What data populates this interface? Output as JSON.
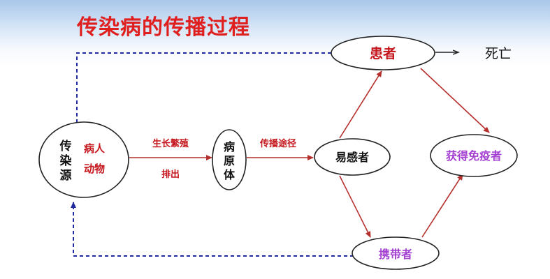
{
  "title": "传染病的传播过程",
  "colors": {
    "title": "#e01f1f",
    "red_text": "#c4161c",
    "purple_text": "#a33fd1",
    "arrow_red": "#b5302c",
    "arrow_blue": "#1f2aa0",
    "outline": "#222222"
  },
  "nodes": {
    "source": {
      "lines": [
        "传",
        "染",
        "源"
      ],
      "sub": [
        "病人",
        "动物"
      ]
    },
    "pathogen": {
      "lines": [
        "病",
        "原",
        "体"
      ]
    },
    "susceptible": {
      "label": "易感者"
    },
    "patient": {
      "label": "患者"
    },
    "carrier": {
      "label": "携带者"
    },
    "immune": {
      "label": "获得免疫者"
    },
    "death": {
      "label": "死亡"
    }
  },
  "edge_labels": {
    "grow": "生长繁殖",
    "excrete": "排出",
    "route": "传播途径"
  }
}
